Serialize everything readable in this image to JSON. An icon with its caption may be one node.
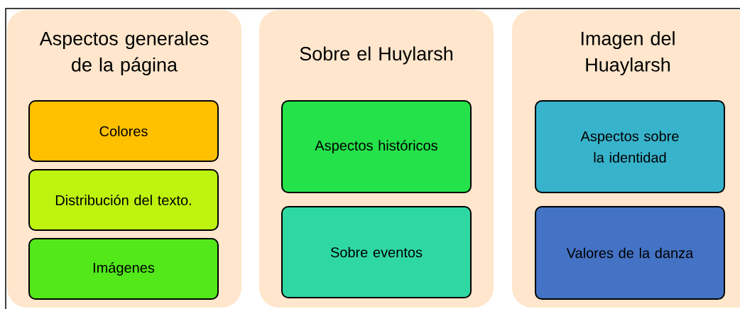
{
  "diagram": {
    "nodes": [
      {
        "text": [
          "Aspectos generales de la página"
        ]
      },
      {
        "text": [
          "Colores"
        ],
        "in": 0
      },
      {
        "text": [
          "Distribución del texto."
        ],
        "in": 0
      },
      {
        "text": [
          "Imágenes"
        ],
        "in": 0
      },
      {
        "text": [
          "Sobre el Huylarsh"
        ]
      },
      {
        "text": [
          "Aspectos históricos"
        ],
        "in": 4
      },
      {
        "text": [
          "Sobre eventos"
        ],
        "in": 4
      },
      {
        "text": [
          "Imagen del Huaylarsh"
        ]
      },
      {
        "text": [
          "Aspectos sobre la identidad"
        ],
        "in": 7
      },
      {
        "text": [
          "Valores de la danza"
        ],
        "in": 7
      }
    ]
  }
}
